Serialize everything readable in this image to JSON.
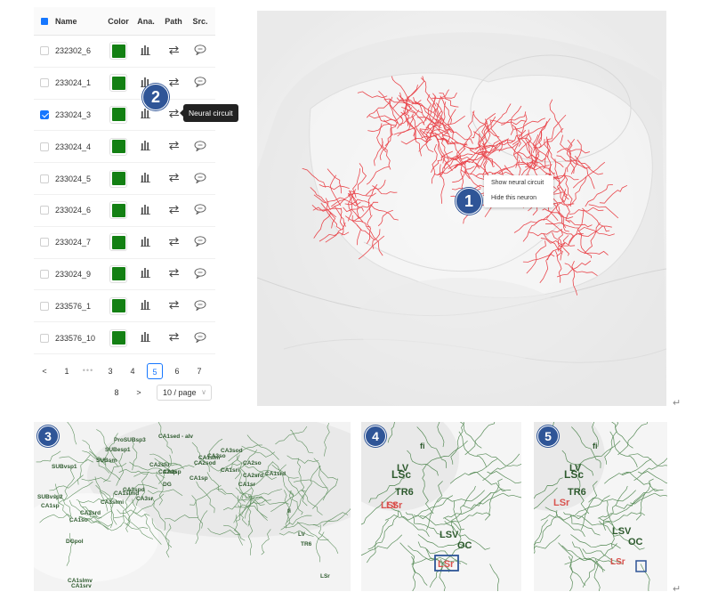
{
  "table": {
    "headers": {
      "name": "Name",
      "color": "Color",
      "analysis": "Ana.",
      "path": "Path",
      "source": "Src."
    },
    "rows": [
      {
        "name": "232302_6",
        "checked": false,
        "color": "#138013"
      },
      {
        "name": "233024_1",
        "checked": false,
        "color": "#138013"
      },
      {
        "name": "233024_3",
        "checked": true,
        "color": "#138013"
      },
      {
        "name": "233024_4",
        "checked": false,
        "color": "#138013"
      },
      {
        "name": "233024_5",
        "checked": false,
        "color": "#138013"
      },
      {
        "name": "233024_6",
        "checked": false,
        "color": "#138013"
      },
      {
        "name": "233024_7",
        "checked": false,
        "color": "#138013"
      },
      {
        "name": "233024_9",
        "checked": false,
        "color": "#138013"
      },
      {
        "name": "233576_1",
        "checked": false,
        "color": "#138013"
      },
      {
        "name": "233576_10",
        "checked": false,
        "color": "#138013"
      }
    ],
    "icons": {
      "analysis": "bar-chart-icon",
      "path": "swap-arrows-icon",
      "source": "speech-bubble-icon"
    }
  },
  "tooltip": {
    "text": "Neural circuit"
  },
  "pagination": {
    "prev": "<",
    "next": ">",
    "ellipsis": "•••",
    "pages": [
      "1",
      "3",
      "4",
      "5",
      "6",
      "7",
      "8"
    ],
    "current": "5",
    "page_size": "10 / page"
  },
  "context_menu": {
    "items": [
      "Show neural circuit",
      "Hide this neuron"
    ]
  },
  "badges": [
    "1",
    "2",
    "3",
    "4",
    "5"
  ],
  "panel3": {
    "labels": [
      "CA1sed - alv",
      "ProSUBsp3",
      "SUBesp1",
      "SUBvsp1",
      "SUBsm",
      "CA2slu",
      "CA3so",
      "CA3sod",
      "CA2sod",
      "CA3sp",
      "CA2so",
      "CA1slm",
      "CA2sp",
      "CA1sp",
      "CA1slmd",
      "CA1sr",
      "SUBvsp2",
      "CA3spd",
      "CA3sr",
      "CA1sri",
      "CA1sp",
      "CA3srd",
      "CA3slmi",
      "DG",
      "CA1so",
      "CA1srd",
      "CA2srd",
      "fi",
      "TR6",
      "LV",
      "LSr",
      "CA1slmv",
      "CA1srv",
      "DGpol"
    ]
  },
  "panel4": {
    "labels": [
      "fi",
      "LV",
      "LSc",
      "TR6",
      "LSr",
      "LSr",
      "LSr",
      "LSV",
      "OC"
    ],
    "highlight": "LSr"
  },
  "panel5": {
    "labels": [
      "fi",
      "LV",
      "LSc",
      "TR6",
      "LSr",
      "LSV",
      "OC",
      "LSr"
    ]
  },
  "colors": {
    "accent": "#1677ff",
    "neuron_red": "#e8343a",
    "neuron_green": "#2e6b2e",
    "badge": "#2f5597"
  }
}
